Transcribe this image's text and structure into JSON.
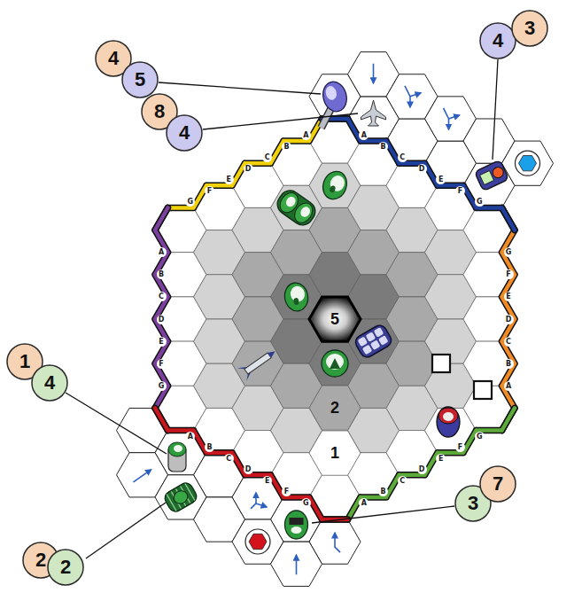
{
  "diagram": {
    "nodes": [
      {
        "text": [
          "4"
        ]
      },
      {
        "text": [
          "5"
        ]
      },
      {
        "text": [
          "8"
        ]
      },
      {
        "text": [
          "4"
        ]
      },
      {
        "text": [
          "4"
        ]
      },
      {
        "text": [
          "3"
        ]
      },
      {
        "text": [
          "5"
        ]
      },
      {
        "text": [
          "2"
        ]
      },
      {
        "text": [
          "1"
        ]
      },
      {
        "text": [
          "1"
        ]
      },
      {
        "text": [
          "4"
        ]
      },
      {
        "text": [
          "3"
        ]
      },
      {
        "text": [
          "7"
        ]
      },
      {
        "text": [
          "2"
        ]
      },
      {
        "text": [
          "2"
        ]
      }
    ],
    "labels": [
      "A",
      "B",
      "C",
      "D",
      "E",
      "F",
      "G",
      "A",
      "B",
      "C",
      "D",
      "E",
      "F",
      "G",
      "A",
      "B",
      "C",
      "D",
      "E",
      "F",
      "G",
      "A",
      "B",
      "C",
      "D",
      "E",
      "F",
      "G",
      "A",
      "B",
      "C",
      "D",
      "E",
      "F",
      "G",
      "A",
      "B",
      "C",
      "D",
      "E",
      "F",
      "G"
    ]
  }
}
